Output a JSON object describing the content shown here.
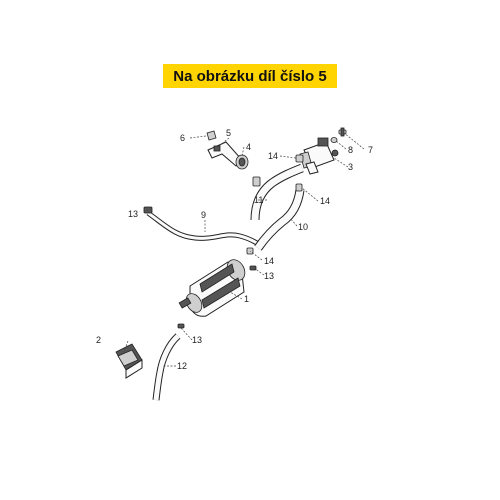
{
  "banner": {
    "text": "Na obrázku díl číslo 5",
    "color": "#ffd400"
  },
  "callouts": {
    "c1": "1",
    "c2": "2",
    "c3": "3",
    "c4": "4",
    "c5": "5",
    "c6": "6",
    "c7": "7",
    "c8": "8",
    "c9": "9",
    "c10": "10",
    "c11": "11",
    "c12": "12",
    "c13a": "13",
    "c13b": "13",
    "c13c": "13",
    "c14a": "14",
    "c14b": "14",
    "c14c": "14"
  }
}
